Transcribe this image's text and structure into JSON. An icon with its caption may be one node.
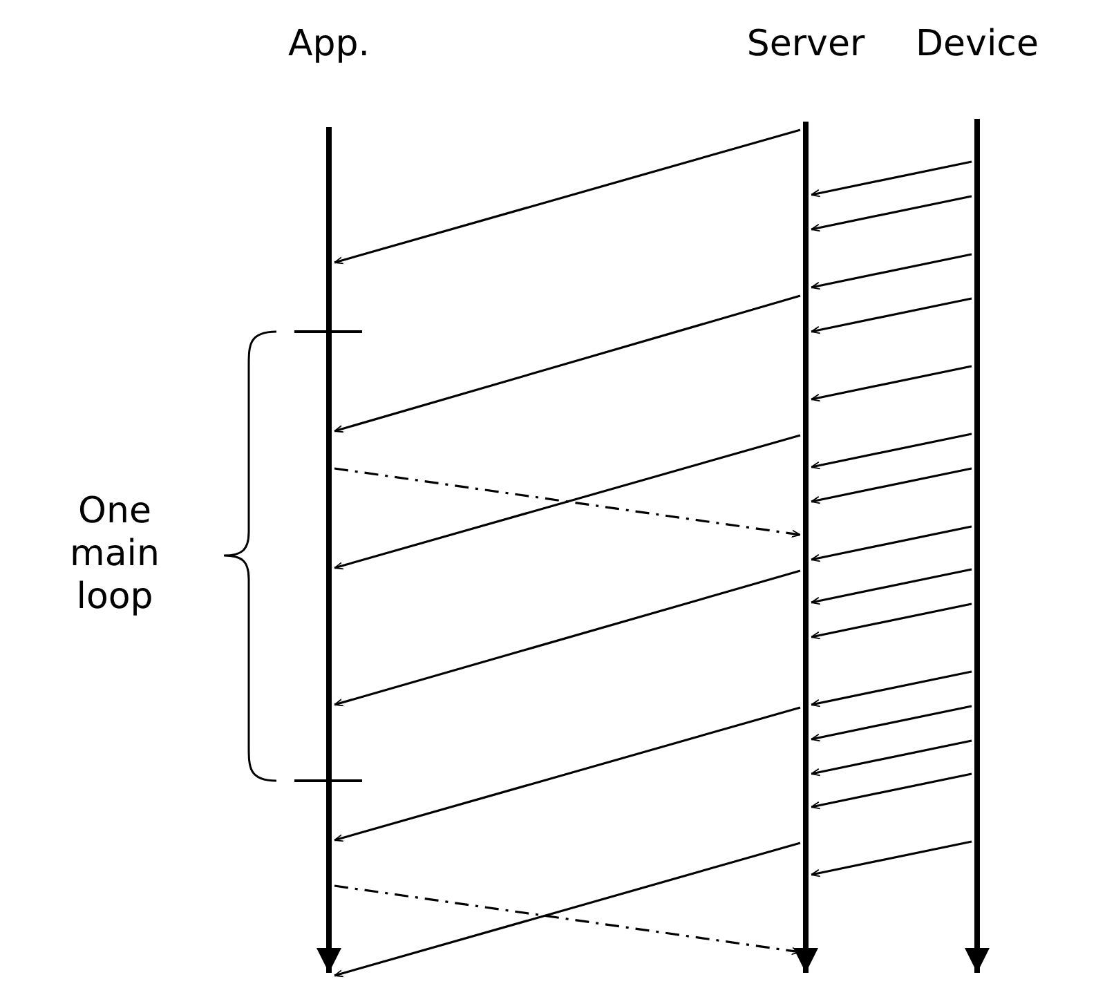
{
  "diagram": {
    "nodes": [
      {
        "text": [
          "App."
        ]
      },
      {
        "text": [
          "Server"
        ]
      },
      {
        "text": [
          "Device"
        ]
      }
    ],
    "edges": [
      {
        "from": 1,
        "to": 0,
        "arrow": "to"
      },
      {
        "from": 2,
        "to": 1,
        "arrow": "to"
      },
      {
        "from": 2,
        "to": 1,
        "arrow": "to"
      },
      {
        "from": 2,
        "to": 1,
        "arrow": "to"
      },
      {
        "from": 1,
        "to": 0,
        "arrow": "to"
      },
      {
        "from": 2,
        "to": 1,
        "arrow": "to"
      },
      {
        "from": 2,
        "to": 1,
        "arrow": "to"
      },
      {
        "from": 2,
        "to": 1,
        "arrow": "to"
      },
      {
        "from": 1,
        "to": 0,
        "arrow": "to"
      },
      {
        "from": 2,
        "to": 1,
        "arrow": "to"
      },
      {
        "from": 0,
        "to": 1,
        "arrow": "to",
        "style": "dashed"
      },
      {
        "from": 2,
        "to": 1,
        "arrow": "to"
      },
      {
        "from": 2,
        "to": 1,
        "arrow": "to"
      },
      {
        "from": 1,
        "to": 0,
        "arrow": "to"
      },
      {
        "from": 2,
        "to": 1,
        "arrow": "to"
      },
      {
        "from": 2,
        "to": 1,
        "arrow": "to"
      },
      {
        "from": 2,
        "to": 1,
        "arrow": "to"
      },
      {
        "from": 1,
        "to": 0,
        "arrow": "to"
      },
      {
        "from": 2,
        "to": 1,
        "arrow": "to"
      },
      {
        "from": 2,
        "to": 1,
        "arrow": "to"
      },
      {
        "from": 2,
        "to": 1,
        "arrow": "to"
      },
      {
        "from": 1,
        "to": 0,
        "arrow": "to"
      },
      {
        "from": 0,
        "to": 1,
        "arrow": "to",
        "style": "dashed"
      }
    ],
    "labels": [
      "One main loop"
    ]
  }
}
